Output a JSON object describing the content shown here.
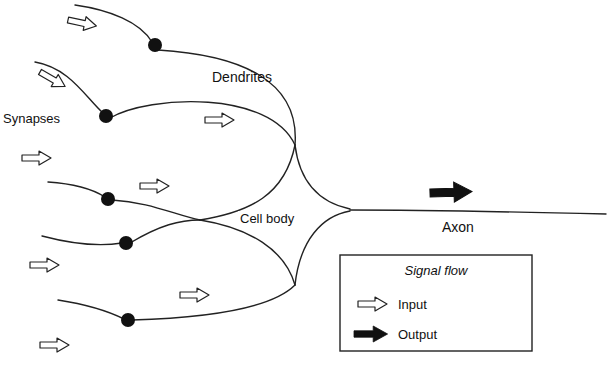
{
  "diagram": {
    "labels": [
      "Dendrites",
      "Synapses",
      "Cell body",
      "Axon",
      "Signal flow"
    ],
    "legend": [
      {
        "text": "Input"
      },
      {
        "text": "Output"
      }
    ]
  }
}
